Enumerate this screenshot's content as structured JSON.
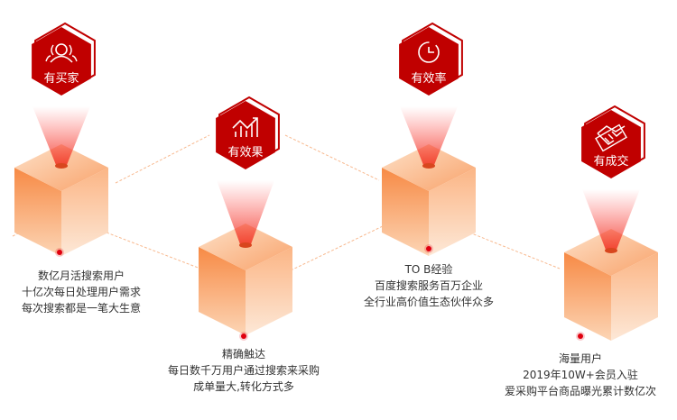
{
  "colors": {
    "hex": "#c00000",
    "cube": "#f7873f",
    "line": "#f8b98f",
    "dot": "#e00010"
  },
  "nodes": [
    {
      "badge": "有买家",
      "icon": "users-icon",
      "lines": [
        "数亿月活搜索用户",
        "十亿次每日处理用户需求",
        "每次搜索都是一笔大生意"
      ]
    },
    {
      "badge": "有效果",
      "icon": "chart-up-icon",
      "lines": [
        "精确触达",
        "每日数千万用户通过搜索来采购",
        "成单量大,转化方式多"
      ]
    },
    {
      "badge": "有效率",
      "icon": "clock-icon",
      "lines": [
        "TO B经验",
        "百度搜索服务百万企业",
        "全行业高价值生态伙伴众多"
      ]
    },
    {
      "badge": "有成交",
      "icon": "handshake-icon",
      "lines": [
        "海量用户",
        "2019年10W+会员入驻",
        "爱采购平台商品曝光累计数亿次"
      ]
    }
  ]
}
